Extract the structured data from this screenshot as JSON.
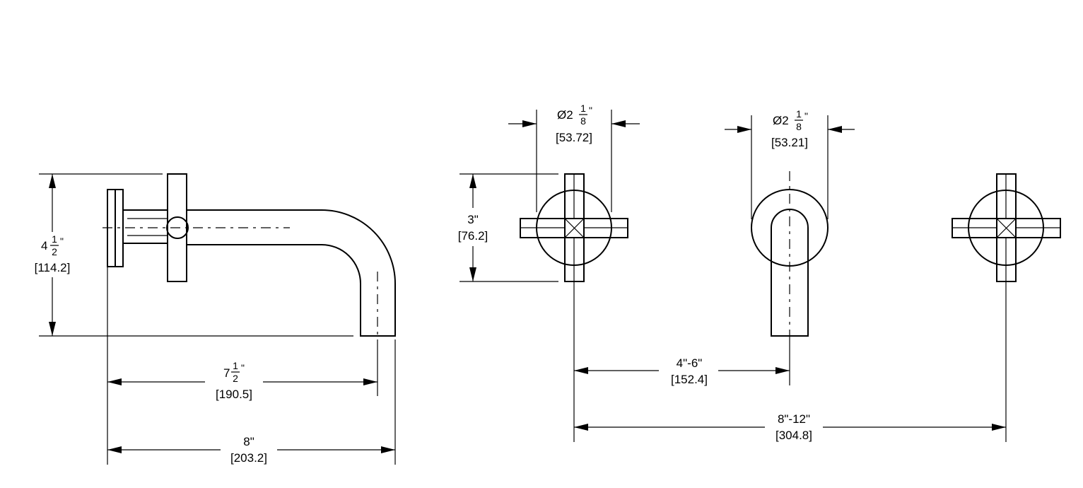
{
  "dimensions": {
    "side_height": {
      "whole": "4",
      "num": "1",
      "den": "2",
      "unit": "\"",
      "mm": "[114.2]"
    },
    "spout_reach": {
      "whole": "7",
      "num": "1",
      "den": "2",
      "unit": "\"",
      "mm": "[190.5]"
    },
    "overall_length": {
      "inch": "8\"",
      "mm": "[203.2]"
    },
    "handle_height": {
      "inch": "3\"",
      "mm": "[76.2]"
    },
    "handle_diameter": {
      "prefix": "Ø2",
      "num": "1",
      "den": "8",
      "unit": "\"",
      "mm": "[53.72]"
    },
    "spout_diameter": {
      "prefix": "Ø2",
      "num": "1",
      "den": "8",
      "unit": "\"",
      "mm": "[53.21]"
    },
    "center_to_center": {
      "inch": "4\"-6\"",
      "mm": "[152.4]"
    },
    "handle_spread": {
      "inch": "8\"-12\"",
      "mm": "[304.8]"
    }
  }
}
